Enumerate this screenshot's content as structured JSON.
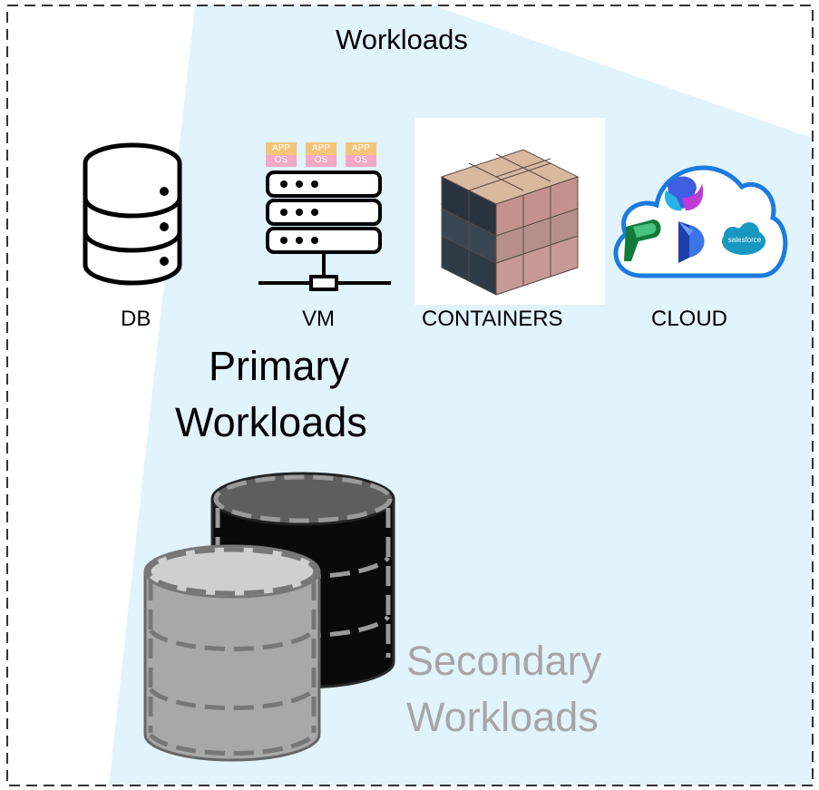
{
  "title": "Workloads",
  "workloads": [
    {
      "id": "db",
      "label": "DB",
      "icon": "database-icon"
    },
    {
      "id": "vm",
      "label": "VM",
      "icon": "server-vm-icon",
      "stack": [
        {
          "app": "APP",
          "os": "OS"
        },
        {
          "app": "APP",
          "os": "OS"
        },
        {
          "app": "APP",
          "os": "OS"
        }
      ]
    },
    {
      "id": "containers",
      "label": "CONTAINERS",
      "icon": "container-cubes-icon"
    },
    {
      "id": "cloud",
      "label": "CLOUD",
      "icon": "cloud-apps-icon",
      "badge_text": "salesforce"
    }
  ],
  "primary": {
    "line1": "Primary",
    "line2": "Workloads"
  },
  "secondary": {
    "line1": "Secondary",
    "line2": "Workloads"
  },
  "colors": {
    "panel_fill": "#e1f3fc",
    "border": "#333333",
    "secondary_text": "#a6a6a6",
    "app_tag": "#f3c476",
    "os_tag": "#f4a9c6",
    "cloud_outline": "#1b7be0",
    "salesforce": "#1798c1"
  }
}
